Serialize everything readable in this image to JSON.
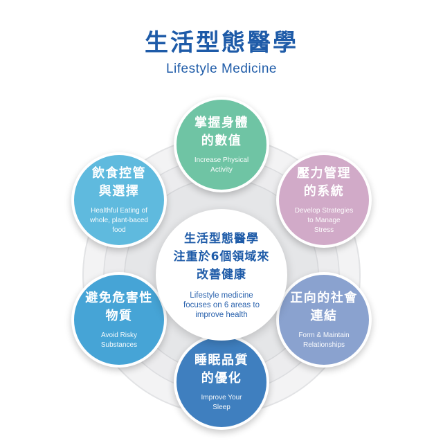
{
  "title": {
    "zh": "生活型態醫學",
    "en": "Lifestyle Medicine"
  },
  "center": {
    "zh": "生活型態醫學\n注重於6個領域來\n改善健康",
    "en": "Lifestyle medicine\nfocuses on 6 areas to\nimprove health"
  },
  "areas": [
    {
      "zh": "掌握身體\n的數值",
      "en": "Increase Physical\nActivity",
      "color": "#6fc4a4"
    },
    {
      "zh": "壓力管理\n的系統",
      "en": "Develop Strategies\nto Manage\nStress",
      "color": "#d1aac8"
    },
    {
      "zh": "正向的社會\n連結",
      "en": "Form & Maintain\nRelationships",
      "color": "#8aa2cf"
    },
    {
      "zh": "睡眠品質\n的優化",
      "en": "Improve Your\nSleep",
      "color": "#3f7fbf"
    },
    {
      "zh": "避免危害性\n物質",
      "en": "Avoid Risky\nSubstances",
      "color": "#46a4d6"
    },
    {
      "zh": "飲食控管\n與選擇",
      "en": "Healthful Eating of\nwhole, plant-baced\nfood",
      "color": "#5fbade"
    }
  ]
}
